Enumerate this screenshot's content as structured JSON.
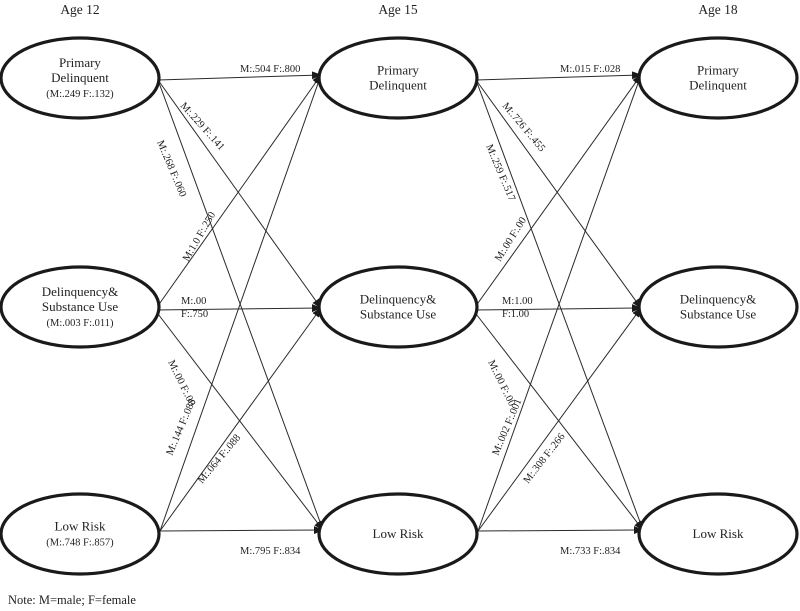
{
  "ages": [
    "Age 12",
    "Age 15",
    "Age 18"
  ],
  "nodes": {
    "a12_primary": {
      "title": [
        "Primary",
        "Delinquent"
      ],
      "sub": "(M:.249  F:.132)"
    },
    "a12_dsu": {
      "title": [
        "Delinquency&",
        "Substance Use"
      ],
      "sub": "(M:.003  F:.011)"
    },
    "a12_low": {
      "title": [
        "Low Risk"
      ],
      "sub": "(M:.748  F:.857)"
    },
    "a15_primary": {
      "title": [
        "Primary",
        "Delinquent"
      ]
    },
    "a15_dsu": {
      "title": [
        "Delinquency&",
        "Substance Use"
      ]
    },
    "a15_low": {
      "title": [
        "Low Risk"
      ]
    },
    "a18_primary": {
      "title": [
        "Primary",
        "Delinquent"
      ]
    },
    "a18_dsu": {
      "title": [
        "Delinquency&",
        "Substance Use"
      ]
    },
    "a18_low": {
      "title": [
        "Low Risk"
      ]
    }
  },
  "transitions": [
    {
      "from": "a12_primary",
      "to": "a15_primary",
      "label": "M:.504  F:.800"
    },
    {
      "from": "a12_primary",
      "to": "a15_dsu",
      "label": "M:.229  F:.141"
    },
    {
      "from": "a12_primary",
      "to": "a15_low",
      "label": "M:.268  F:.060"
    },
    {
      "from": "a12_dsu",
      "to": "a15_primary",
      "label": "M:1.0  F:.250"
    },
    {
      "from": "a12_dsu",
      "to": "a15_dsu",
      "label": [
        "M:.00",
        "F:.750"
      ]
    },
    {
      "from": "a12_dsu",
      "to": "a15_low",
      "label": "M:.00  F:.00"
    },
    {
      "from": "a12_low",
      "to": "a15_primary",
      "label": "M:.144  F:.088"
    },
    {
      "from": "a12_low",
      "to": "a15_dsu",
      "label": "M:.064  F:.088"
    },
    {
      "from": "a12_low",
      "to": "a15_low",
      "label": "M:.795  F:.834"
    },
    {
      "from": "a15_primary",
      "to": "a18_primary",
      "label": "M:.015  F:.028"
    },
    {
      "from": "a15_primary",
      "to": "a18_dsu",
      "label": "M:.726  F:.455"
    },
    {
      "from": "a15_primary",
      "to": "a18_low",
      "label": "M:.259  F:.517"
    },
    {
      "from": "a15_dsu",
      "to": "a18_primary",
      "label": "M:.00  F:.00"
    },
    {
      "from": "a15_dsu",
      "to": "a18_dsu",
      "label": [
        "M:1.00",
        "F:1.00"
      ]
    },
    {
      "from": "a15_dsu",
      "to": "a18_low",
      "label": "M:.00  F:.00"
    },
    {
      "from": "a15_low",
      "to": "a18_primary",
      "label": "M:.002  F:.001"
    },
    {
      "from": "a15_low",
      "to": "a18_dsu",
      "label": "M:.308  F:.266"
    },
    {
      "from": "a15_low",
      "to": "a18_low",
      "label": "M:.733  F:.834"
    }
  ],
  "note": "Note: M=male;  F=female"
}
